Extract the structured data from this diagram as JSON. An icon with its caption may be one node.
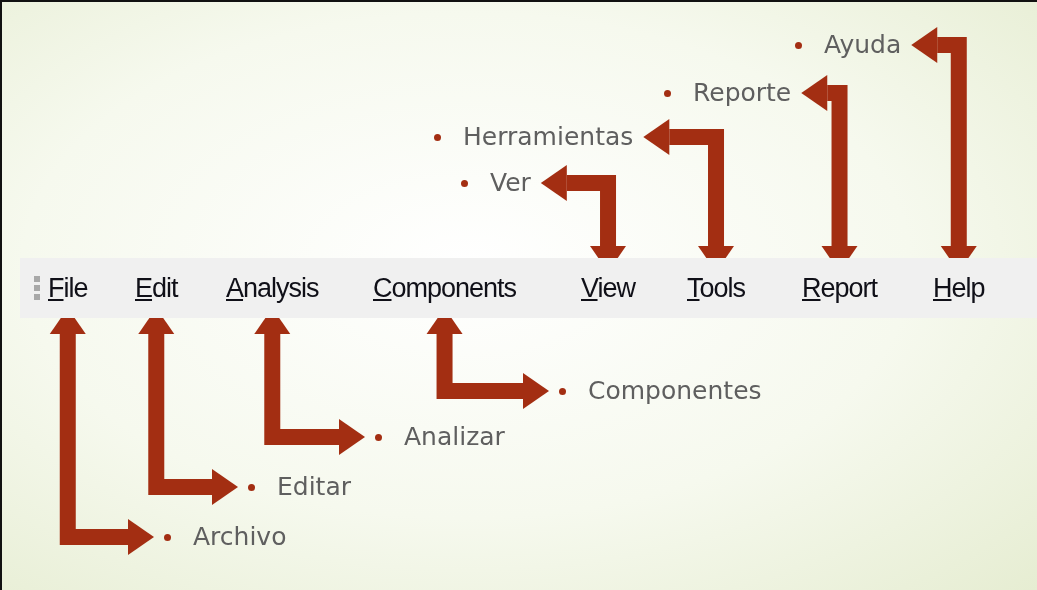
{
  "diagram": {
    "nodes": [
      {
        "text": [
          "Ayuda"
        ]
      },
      {
        "text": [
          "Reporte"
        ]
      },
      {
        "text": [
          "Herramientas"
        ]
      },
      {
        "text": [
          "Ver"
        ]
      },
      {
        "text": [],
        "shape": "bar"
      },
      {
        "text": [
          "File"
        ],
        "in": 4
      },
      {
        "text": [
          "Edit"
        ],
        "in": 4
      },
      {
        "text": [
          "Analysis"
        ],
        "in": 4
      },
      {
        "text": [
          "Components"
        ],
        "in": 4
      },
      {
        "text": [
          "View"
        ],
        "in": 4
      },
      {
        "text": [
          "Tools"
        ],
        "in": 4
      },
      {
        "text": [
          "Report"
        ],
        "in": 4
      },
      {
        "text": [
          "Help"
        ],
        "in": 4
      },
      {
        "text": [
          "Componentes"
        ]
      },
      {
        "text": [
          "Analizar"
        ]
      },
      {
        "text": [
          "Editar"
        ]
      },
      {
        "text": [
          "Archivo"
        ]
      }
    ],
    "edges": [
      {
        "from": 5,
        "to": 16,
        "arrow": "both"
      },
      {
        "from": 6,
        "to": 15,
        "arrow": "both"
      },
      {
        "from": 7,
        "to": 14,
        "arrow": "both"
      },
      {
        "from": 8,
        "to": 13,
        "arrow": "both"
      },
      {
        "from": 9,
        "to": 3,
        "arrow": "both"
      },
      {
        "from": 10,
        "to": 2,
        "arrow": "both"
      },
      {
        "from": 11,
        "to": 1,
        "arrow": "both"
      },
      {
        "from": 12,
        "to": 0,
        "arrow": "both"
      }
    ]
  }
}
